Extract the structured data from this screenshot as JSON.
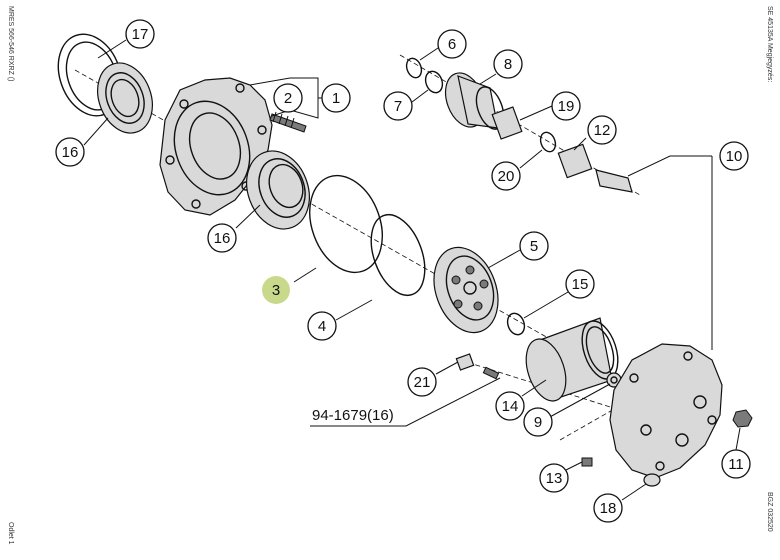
{
  "margins": {
    "left_top": "MRES 566-546 RXRZ ()",
    "left_bottom": "Odlet 1",
    "right_top": "SE 45135A  Megjegyzés:",
    "right_bottom": "BGZ 032520"
  },
  "reference_label": "94-1679(16)",
  "callouts": [
    {
      "id": "c17",
      "label": "17"
    },
    {
      "id": "c16a",
      "label": "16"
    },
    {
      "id": "c2",
      "label": "2"
    },
    {
      "id": "c1",
      "label": "1"
    },
    {
      "id": "c16b",
      "label": "16"
    },
    {
      "id": "c3",
      "label": "3",
      "highlight": "#c9d98c"
    },
    {
      "id": "c4",
      "label": "4"
    },
    {
      "id": "c6",
      "label": "6"
    },
    {
      "id": "c7",
      "label": "7"
    },
    {
      "id": "c8",
      "label": "8"
    },
    {
      "id": "c19",
      "label": "19"
    },
    {
      "id": "c12",
      "label": "12"
    },
    {
      "id": "c20",
      "label": "20"
    },
    {
      "id": "c10",
      "label": "10"
    },
    {
      "id": "c5",
      "label": "5"
    },
    {
      "id": "c15",
      "label": "15"
    },
    {
      "id": "c21",
      "label": "21"
    },
    {
      "id": "c14",
      "label": "14"
    },
    {
      "id": "c9",
      "label": "9"
    },
    {
      "id": "c11",
      "label": "11"
    },
    {
      "id": "c13",
      "label": "13"
    },
    {
      "id": "c18",
      "label": "18"
    }
  ]
}
